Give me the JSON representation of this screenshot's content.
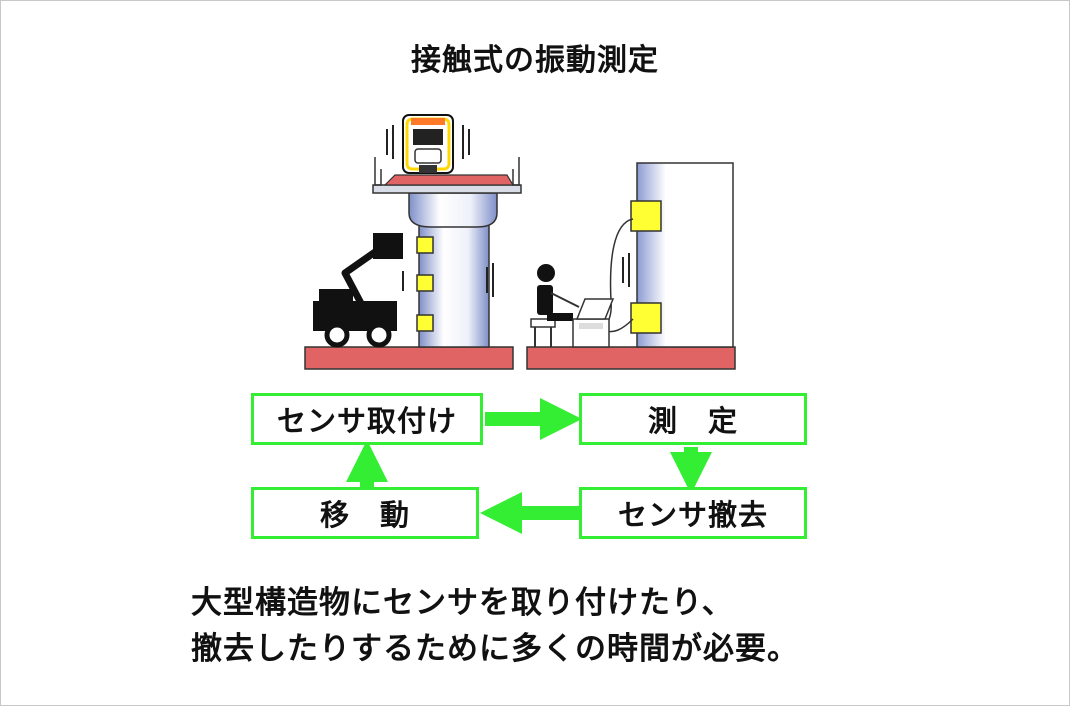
{
  "title": "接触式の振動測定",
  "flow": {
    "step_install": "センサ取付け",
    "step_measure": "測　定",
    "step_remove": "センサ撤去",
    "step_move": "移　動"
  },
  "caption": {
    "line1": "大型構造物にセンサを取り付けたり、",
    "line2": "撤去したりするために多くの時間が必要。"
  },
  "colors": {
    "flow_green": "#33ee33",
    "ground_red": "#e06464",
    "sensor_yellow": "#ffff33",
    "pillar_blue": "#aab8e0"
  }
}
